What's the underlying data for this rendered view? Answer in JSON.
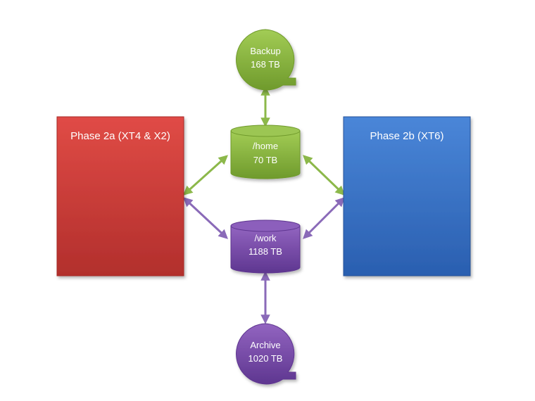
{
  "diagram": {
    "blocks": {
      "phase2a": {
        "label": "Phase 2a (XT4 & X2)",
        "color": "#c83a36"
      },
      "phase2b": {
        "label": "Phase 2b (XT6)",
        "color": "#3a74c8"
      }
    },
    "nodes": {
      "backup": {
        "name": "Backup",
        "size": "168 TB",
        "color": "#86b23a"
      },
      "home": {
        "name": "/home",
        "size": "70 TB",
        "color": "#86b23a"
      },
      "work": {
        "name": "/work",
        "size": "1188 TB",
        "color": "#7a4aa8"
      },
      "archive": {
        "name": "Archive",
        "size": "1020 TB",
        "color": "#7a4aa8"
      }
    },
    "connections": [
      {
        "from": "backup",
        "to": "home",
        "color": "#8cb84a"
      },
      {
        "from": "home",
        "to": "phase2a",
        "color": "#8cb84a"
      },
      {
        "from": "home",
        "to": "phase2b",
        "color": "#8cb84a"
      },
      {
        "from": "work",
        "to": "phase2a",
        "color": "#8a6ab8"
      },
      {
        "from": "work",
        "to": "phase2b",
        "color": "#8a6ab8"
      },
      {
        "from": "work",
        "to": "archive",
        "color": "#8a6ab8"
      }
    ]
  }
}
